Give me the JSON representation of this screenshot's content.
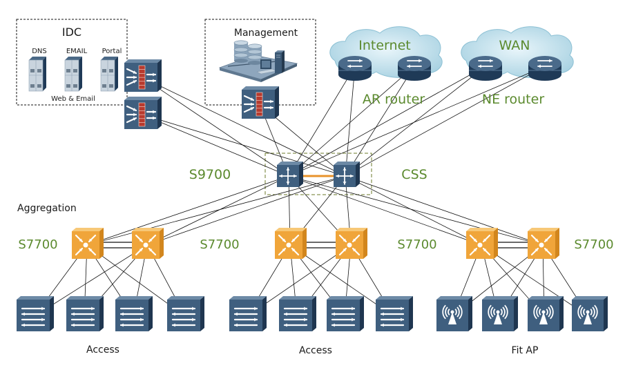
{
  "diagram": {
    "type": "network-topology",
    "colors": {
      "device_blue": "#3f5f7f",
      "device_blue_dark": "#2a4560",
      "aggregation_orange": "#f0a53a",
      "label_green": "#5b8a2e",
      "css_link": "#e8922a",
      "firewall_brick": "#b83a2e",
      "cloud": "#bcdce8"
    },
    "groups": {
      "idc": {
        "title": "IDC",
        "servers": [
          "DNS",
          "EMAIL",
          "Portal"
        ],
        "caption": "Web & Email"
      },
      "management": {
        "title": "Management"
      }
    },
    "clouds": [
      {
        "label": "Internet"
      },
      {
        "label": "WAN"
      }
    ],
    "labels": {
      "ar_router": "AR router",
      "ne_router": "NE router",
      "core": "S9700",
      "css": "CSS",
      "aggregation_title": "Aggregation",
      "agg_left_a": "S7700",
      "agg_left_b": "S7700",
      "agg_mid": "S7700",
      "agg_right": "S7700",
      "access_left": "Access",
      "access_mid": "Access",
      "fit_ap": "Fit AP"
    },
    "nodes": [
      {
        "id": "fw1",
        "kind": "firewall",
        "name": "idc-firewall-1"
      },
      {
        "id": "fw2",
        "kind": "firewall",
        "name": "idc-firewall-2"
      },
      {
        "id": "fw3",
        "kind": "firewall",
        "name": "management-firewall"
      },
      {
        "id": "ar1",
        "kind": "router",
        "name": "ar-router-1"
      },
      {
        "id": "ar2",
        "kind": "router",
        "name": "ar-router-2"
      },
      {
        "id": "ne1",
        "kind": "router",
        "name": "ne-router-1"
      },
      {
        "id": "ne2",
        "kind": "router",
        "name": "ne-router-2"
      },
      {
        "id": "c1",
        "kind": "core",
        "name": "core-switch-s9700-1"
      },
      {
        "id": "c2",
        "kind": "core",
        "name": "core-switch-s9700-2"
      },
      {
        "id": "a1",
        "kind": "agg",
        "name": "agg-switch-left-1"
      },
      {
        "id": "a2",
        "kind": "agg",
        "name": "agg-switch-left-2"
      },
      {
        "id": "a3",
        "kind": "agg",
        "name": "agg-switch-mid-1"
      },
      {
        "id": "a4",
        "kind": "agg",
        "name": "agg-switch-mid-2"
      },
      {
        "id": "a5",
        "kind": "agg",
        "name": "agg-switch-right-1"
      },
      {
        "id": "a6",
        "kind": "agg",
        "name": "agg-switch-right-2"
      },
      {
        "id": "s1",
        "kind": "access",
        "name": "access-switch-1"
      },
      {
        "id": "s2",
        "kind": "access",
        "name": "access-switch-2"
      },
      {
        "id": "s3",
        "kind": "access",
        "name": "access-switch-3"
      },
      {
        "id": "s4",
        "kind": "access",
        "name": "access-switch-4"
      },
      {
        "id": "s5",
        "kind": "access",
        "name": "access-switch-5"
      },
      {
        "id": "s6",
        "kind": "access",
        "name": "access-switch-6"
      },
      {
        "id": "s7",
        "kind": "access",
        "name": "access-switch-7"
      },
      {
        "id": "s8",
        "kind": "access",
        "name": "access-switch-8"
      },
      {
        "id": "p1",
        "kind": "ap",
        "name": "fit-ap-1"
      },
      {
        "id": "p2",
        "kind": "ap",
        "name": "fit-ap-2"
      },
      {
        "id": "p3",
        "kind": "ap",
        "name": "fit-ap-3"
      },
      {
        "id": "p4",
        "kind": "ap",
        "name": "fit-ap-4"
      }
    ],
    "links": [
      [
        "fw1",
        "c1"
      ],
      [
        "fw1",
        "c2"
      ],
      [
        "fw2",
        "c1"
      ],
      [
        "fw2",
        "c2"
      ],
      [
        "fw3",
        "c1"
      ],
      [
        "fw3",
        "c2"
      ],
      [
        "ar1",
        "c1"
      ],
      [
        "ar1",
        "c2"
      ],
      [
        "ar2",
        "c1"
      ],
      [
        "ar2",
        "c2"
      ],
      [
        "ne1",
        "c1"
      ],
      [
        "ne1",
        "c2"
      ],
      [
        "ne2",
        "c1"
      ],
      [
        "ne2",
        "c2"
      ],
      [
        "c1",
        "a1"
      ],
      [
        "c2",
        "a1"
      ],
      [
        "c1",
        "a2"
      ],
      [
        "c2",
        "a2"
      ],
      [
        "c1",
        "a3"
      ],
      [
        "c2",
        "a3"
      ],
      [
        "c1",
        "a4"
      ],
      [
        "c2",
        "a4"
      ],
      [
        "c1",
        "a5"
      ],
      [
        "c2",
        "a5"
      ],
      [
        "c1",
        "a6"
      ],
      [
        "c2",
        "a6"
      ],
      [
        "a1",
        "s1"
      ],
      [
        "a1",
        "s2"
      ],
      [
        "a1",
        "s3"
      ],
      [
        "a1",
        "s4"
      ],
      [
        "a2",
        "s1"
      ],
      [
        "a2",
        "s2"
      ],
      [
        "a2",
        "s3"
      ],
      [
        "a2",
        "s4"
      ],
      [
        "a3",
        "s5"
      ],
      [
        "a3",
        "s6"
      ],
      [
        "a3",
        "s7"
      ],
      [
        "a3",
        "s8"
      ],
      [
        "a4",
        "s5"
      ],
      [
        "a4",
        "s6"
      ],
      [
        "a4",
        "s7"
      ],
      [
        "a4",
        "s8"
      ],
      [
        "a5",
        "p1"
      ],
      [
        "a5",
        "p2"
      ],
      [
        "a5",
        "p3"
      ],
      [
        "a5",
        "p4"
      ],
      [
        "a6",
        "p1"
      ],
      [
        "a6",
        "p2"
      ],
      [
        "a6",
        "p3"
      ],
      [
        "a6",
        "p4"
      ]
    ],
    "stack_links": [
      [
        "a1",
        "a2"
      ],
      [
        "a3",
        "a4"
      ],
      [
        "a5",
        "a6"
      ]
    ],
    "css_link": [
      "c1",
      "c2"
    ]
  }
}
